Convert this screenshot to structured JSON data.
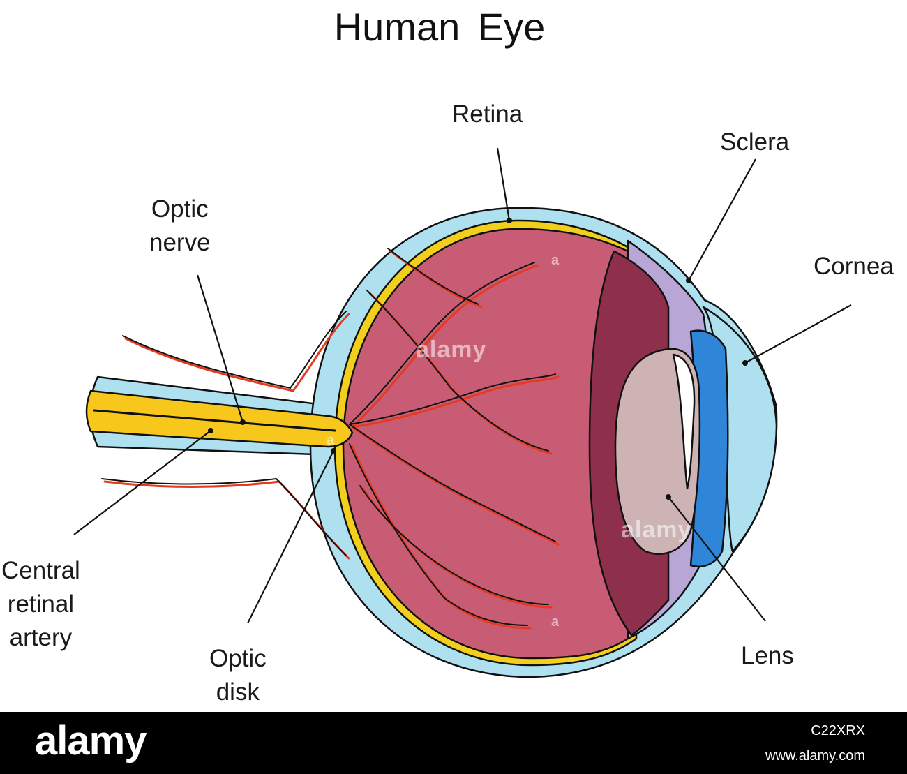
{
  "title": "Human Eye",
  "labels": {
    "retina": "Retina",
    "sclera": "Sclera",
    "cornea": "Cornea",
    "optic_nerve": [
      "Optic",
      "nerve"
    ],
    "central_retinal_artery": [
      "Central",
      "retinal",
      "artery"
    ],
    "optic_disk": [
      "Optic",
      "disk"
    ],
    "lens": "Lens"
  },
  "watermarks": [
    "alamy",
    "alamy",
    "a",
    "a",
    "a"
  ],
  "footer": {
    "logo": "alamy",
    "image_id": "C22XRX",
    "url": "www.alamy.com"
  },
  "colors": {
    "sclera": "#aee0f0",
    "retina_line": "#f2cf1c",
    "vitreous": "#c75c74",
    "anterior": "#8e2f4c",
    "lens": "#cdb3b3",
    "iris": "#2f86d9",
    "ciliary": "#b8a6d6",
    "nerve": "#f7c81b",
    "vessel": "#e53a1f"
  }
}
